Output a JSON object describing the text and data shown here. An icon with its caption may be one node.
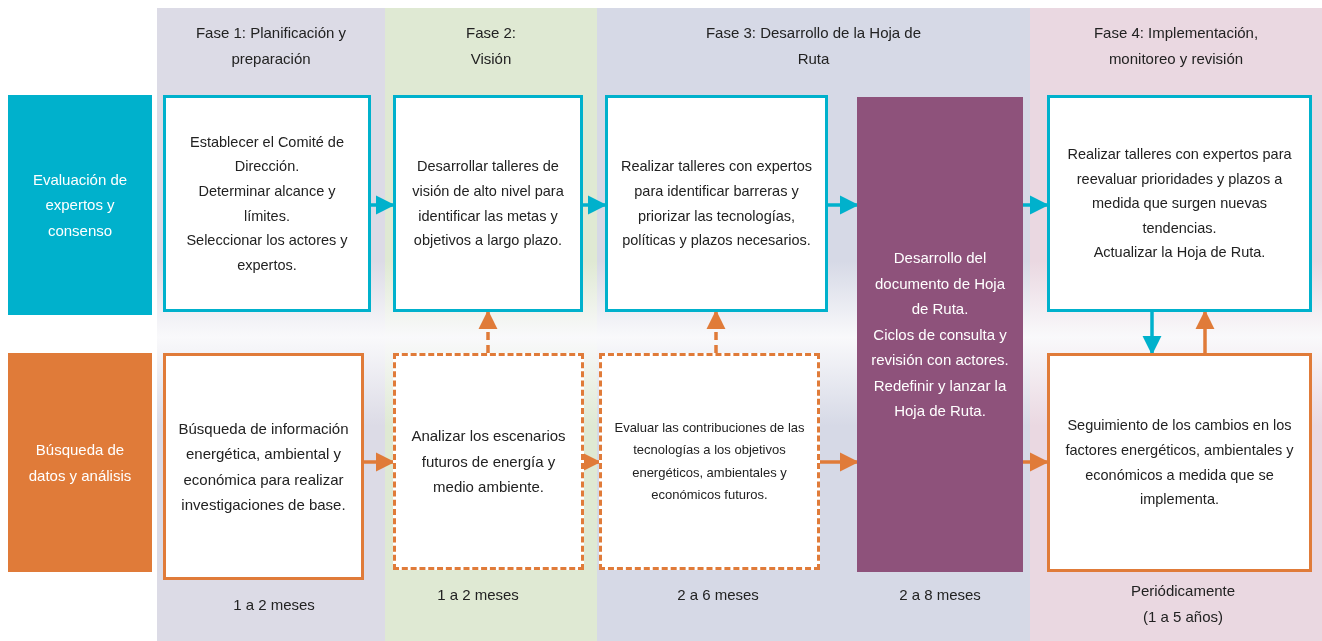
{
  "diagram": {
    "nodes": [
      {
        "text": [
          "Fase 1: Planificación y preparación",
          "1 a 2 meses"
        ]
      },
      {
        "text": [
          "Fase 2: Visión",
          "1 a 2 meses"
        ]
      },
      {
        "text": [
          "Fase 3: Desarrollo de la Hoja de Ruta",
          "2 a 6 meses",
          "2 a 8 meses"
        ]
      },
      {
        "text": [
          "Fase 4: Implementación, monitoreo y revisión",
          "Periódicamente (1 a 5 años)"
        ]
      },
      {
        "text": [
          "Evaluación de expertos y consenso"
        ]
      },
      {
        "text": [
          "Búsqueda de datos y análisis"
        ]
      },
      {
        "text": [
          "Establecer el Comité de Dirección.",
          "Determinar alcance y límites.",
          "Seleccionar los actores y expertos."
        ],
        "in": 0
      },
      {
        "text": [
          "Desarrollar talleres de visión de alto nivel para identificar las metas y objetivos a largo plazo."
        ],
        "in": 1
      },
      {
        "text": [
          "Realizar talleres con expertos para identificar barreras y priorizar las tecnologías, políticas y plazos necesarios."
        ],
        "in": 2
      },
      {
        "text": [
          "Desarrollo del documento de Hoja de Ruta.",
          "Ciclos de consulta y revisión con actores.",
          "Redefinir y lanzar la Hoja de Ruta."
        ],
        "in": 2
      },
      {
        "text": [
          "Realizar talleres con expertos para reevaluar prioridades y plazos a medida que surgen nuevas tendencias.",
          "Actualizar la Hoja de Ruta."
        ],
        "in": 3
      },
      {
        "text": [
          "Búsqueda de información energética, ambiental y económica para realizar investigaciones de base."
        ],
        "in": 0
      },
      {
        "text": [
          "Analizar los escenarios futuros de energía y medio ambiente."
        ],
        "in": 1
      },
      {
        "text": [
          "Evaluar las contribuciones de las tecnologías a los objetivos energéticos, ambientales y económicos futuros."
        ],
        "in": 2
      },
      {
        "text": [
          "Seguimiento de los cambios en los factores energéticos, ambientales y económicos a medida que se implementa."
        ],
        "in": 3
      }
    ],
    "edges": [
      {
        "from": 6,
        "to": 7,
        "arrow": "to",
        "color": "#00b1cc"
      },
      {
        "from": 7,
        "to": 8,
        "arrow": "to",
        "color": "#00b1cc"
      },
      {
        "from": 8,
        "to": 9,
        "arrow": "to",
        "color": "#00b1cc"
      },
      {
        "from": 9,
        "to": 10,
        "arrow": "to",
        "color": "#00b1cc"
      },
      {
        "from": 11,
        "to": 12,
        "arrow": "to"
      },
      {
        "from": 12,
        "to": 13,
        "arrow": "to"
      },
      {
        "from": 13,
        "to": 9,
        "arrow": "to"
      },
      {
        "from": 9,
        "to": 14,
        "arrow": "to"
      },
      {
        "from": 12,
        "to": 7,
        "arrow": "to",
        "style": "dashed"
      },
      {
        "from": 13,
        "to": 8,
        "arrow": "to",
        "style": "dashed"
      },
      {
        "from": 10,
        "to": 14,
        "arrow": "to",
        "color": "#00b1cc"
      },
      {
        "from": 14,
        "to": 10,
        "arrow": "to"
      }
    ]
  }
}
